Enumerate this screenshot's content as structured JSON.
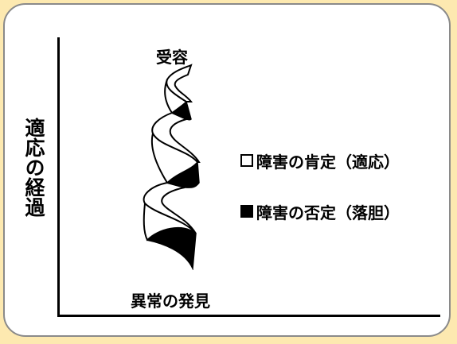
{
  "diagram": {
    "y_axis_label": "適応の経過",
    "top_label": "受容",
    "bottom_label": "異常の発見",
    "legend": [
      {
        "symbol": "open-square",
        "label": "障害の肯定（適応）",
        "color": "#ffffff"
      },
      {
        "symbol": "filled-square",
        "label": "障害の否定（落胆）",
        "color": "#000000"
      }
    ]
  },
  "colors": {
    "background": "#fde9b0",
    "panel": "#ffffff",
    "panel_border": "#8a8a8a",
    "ink": "#000000"
  }
}
